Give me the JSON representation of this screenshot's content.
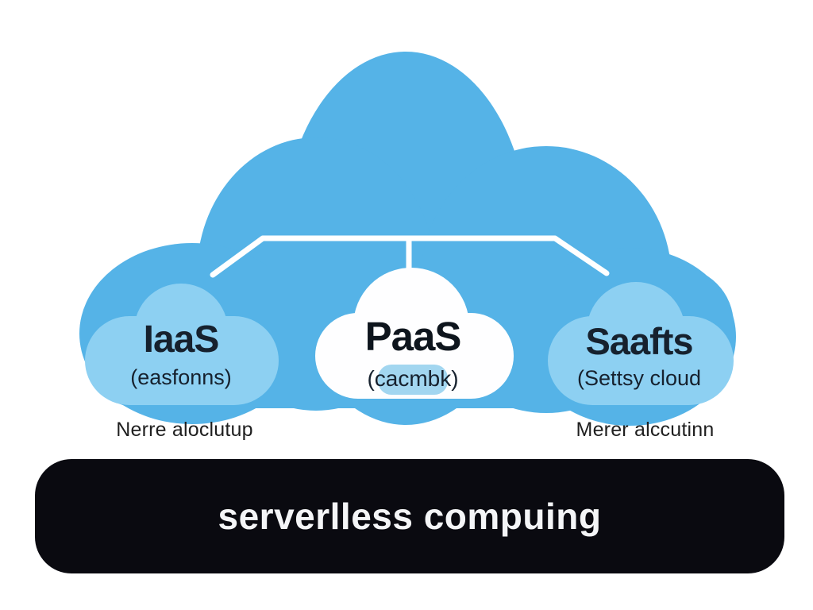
{
  "colors": {
    "background": "#ffffff",
    "big_cloud": "#55b3e7",
    "side_cloud": "#8dd0f2",
    "center_cloud": "#fefeff",
    "pill": "#a2d6f0",
    "connector": "#ffffff",
    "label_dark": "#16212e",
    "caption_dark": "#1f1f1f",
    "banner_bg": "#0a0a10",
    "banner_text": "#f4f5f7"
  },
  "diagram": {
    "clouds": [
      {
        "key": "iaas",
        "title": "IaaS",
        "subtitle": "(easfonns)"
      },
      {
        "key": "paas",
        "title": "PaaS",
        "subtitle": "(cacmbk)"
      },
      {
        "key": "saas",
        "title": "Saafts",
        "subtitle": "(Settsy cloud"
      }
    ],
    "captions": {
      "left": "Nerre aloclutup",
      "right": "Merer alccutinn"
    },
    "banner_label": "serverlless compuing"
  }
}
